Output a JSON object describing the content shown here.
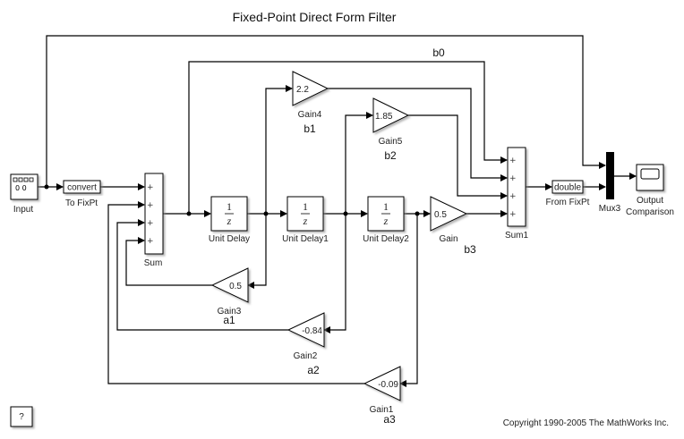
{
  "title": "Fixed-Point Direct Form Filter",
  "copyright": "Copyright 1990-2005 The MathWorks Inc.",
  "help_button": "?",
  "blocks": {
    "input": {
      "label": "Input"
    },
    "to_fixpt": {
      "label": "To FixPt",
      "text": "convert"
    },
    "sum": {
      "label": "Sum",
      "signs": [
        "+",
        "+",
        "+",
        "+"
      ]
    },
    "unit_delay": {
      "label": "Unit Delay",
      "num": "1",
      "den": "z"
    },
    "unit_delay1": {
      "label": "Unit Delay1",
      "num": "1",
      "den": "z"
    },
    "unit_delay2": {
      "label": "Unit Delay2",
      "num": "1",
      "den": "z"
    },
    "gain4": {
      "label": "Gain4",
      "value": "2.2",
      "coef": "b1"
    },
    "gain5": {
      "label": "Gain5",
      "value": "1.85",
      "coef": "b2"
    },
    "gain": {
      "label": "Gain",
      "value": "0.5",
      "coef": "b3"
    },
    "gain3": {
      "label": "Gain3",
      "value": "0.5",
      "coef": "a1"
    },
    "gain2": {
      "label": "Gain2",
      "value": "-0.84",
      "coef": "a2"
    },
    "gain1": {
      "label": "Gain1",
      "value": "-0.09",
      "coef": "a3"
    },
    "sum1": {
      "label": "Sum1",
      "signs": [
        "+",
        "+",
        "+",
        "+"
      ]
    },
    "from_fixpt": {
      "label": "From FixPt",
      "text": "double"
    },
    "mux3": {
      "label": "Mux3"
    },
    "scope": {
      "label_line1": "Output",
      "label_line2": "Comparison"
    }
  },
  "b0_label": "b0"
}
